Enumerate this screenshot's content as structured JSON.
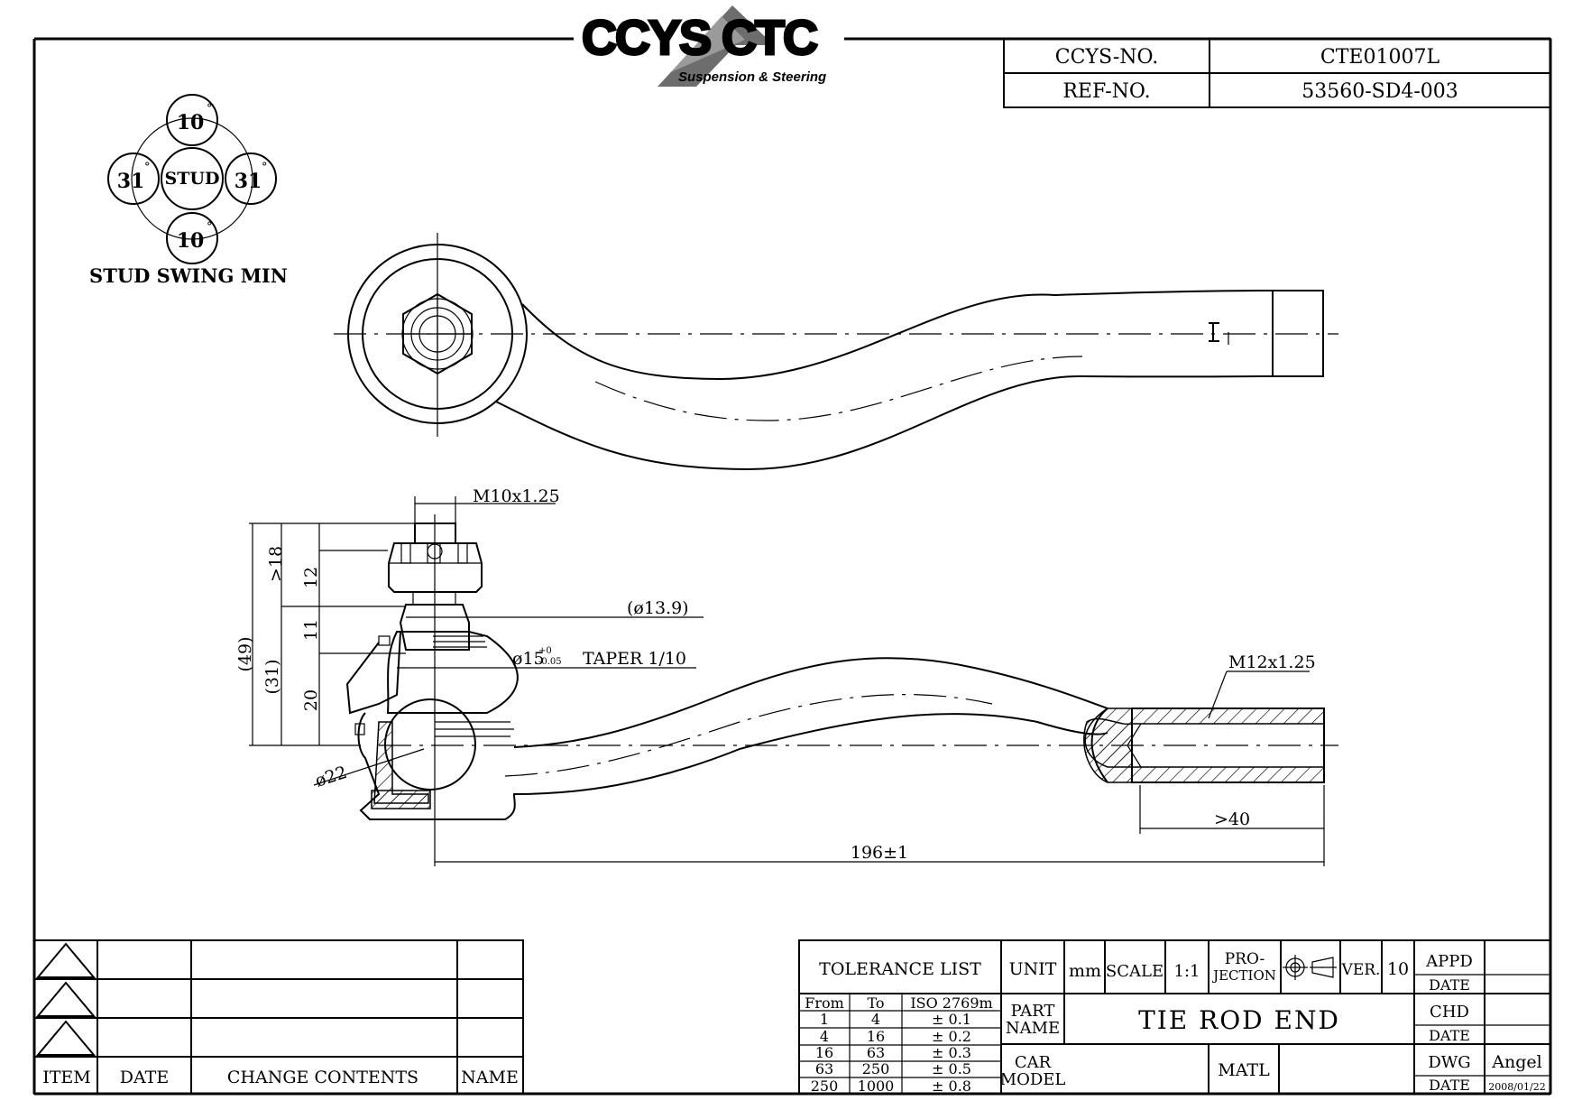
{
  "logo": {
    "brand": "CCYS CTC",
    "tagline": "Suspension & Steering"
  },
  "header": {
    "ccys_no_label": "CCYS-NO.",
    "ccys_no_value": "CTE01007L",
    "ref_no_label": "REF-NO.",
    "ref_no_value": "53560-SD4-003"
  },
  "stud_swing": {
    "top": "10",
    "bottom": "10",
    "left": "31",
    "right": "31",
    "degree": "°",
    "center_label": "STUD",
    "caption": "STUD SWING MIN"
  },
  "dimensions": {
    "thread_top": "M10x1.25",
    "taper_dia": "(ø13.9)",
    "taper_main": "ø15",
    "taper_tol_plus": "+0",
    "taper_tol_minus": "-0.05",
    "taper_text": "TAPER 1/10",
    "thread_end": "M12x1.25",
    "ball_dia": "ø22",
    "v18": ">18",
    "v12": "12",
    "v11": "11",
    "v20": "20",
    "v49": "(49)",
    "v31": "(31)",
    "len40": ">40",
    "overall": "196±1"
  },
  "revision_table": {
    "headers": [
      "ITEM",
      "DATE",
      "CHANGE CONTENTS",
      "NAME"
    ]
  },
  "title_block": {
    "tolerance_title": "TOLERANCE LIST",
    "tol_headers": [
      "From",
      "To",
      "ISO 2769m"
    ],
    "tol_rows": [
      [
        "1",
        "4",
        "± 0.1"
      ],
      [
        "4",
        "16",
        "± 0.2"
      ],
      [
        "16",
        "63",
        "± 0.3"
      ],
      [
        "63",
        "250",
        "± 0.5"
      ],
      [
        "250",
        "1000",
        "± 0.8"
      ]
    ],
    "unit_label": "UNIT",
    "unit_value": "mm",
    "scale_label": "SCALE",
    "scale_value": "1:1",
    "projection_label_1": "PRO-",
    "projection_label_2": "JECTION",
    "ver_label": "VER.",
    "ver_value": "10",
    "part_name_label_1": "PART",
    "part_name_label_2": "NAME",
    "part_name_value": "TIE ROD END",
    "car_model_label_1": "CAR",
    "car_model_label_2": "MODEL",
    "matl_label": "MATL",
    "appd_label": "APPD",
    "date_label": "DATE",
    "chd_label": "CHD",
    "dwg_label": "DWG",
    "dwg_value": "Angel",
    "dwg_date": "2008/01/22"
  }
}
